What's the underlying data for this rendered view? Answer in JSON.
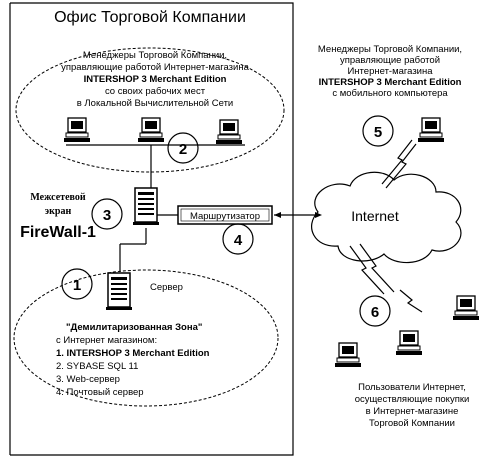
{
  "office_title": "Офис Торговой Компании",
  "lan_managers": [
    "Менеджеры Торговой Компании,",
    "управляющие работой Интернет-магазина",
    "INTERSHOP 3 Merchant Edition",
    "со своих рабочих мест",
    "в Локальной Вычислительной Сети"
  ],
  "firewall": {
    "line1": "Межсетевой",
    "line2": "экран",
    "name": "FireWall-1"
  },
  "router_label": "Маршрутизатор",
  "server_label": "Сервер",
  "dmz": [
    "\"Демилитаризованная Зона\"",
    "с Интернет магазином:",
    "1. INTERSHOP 3 Merchant Edition",
    "2. SYBASE SQL 11",
    "3. Web-сервер",
    "4. Почтовый сервер"
  ],
  "mobile_managers": [
    "Менеджеры Торговой Компании,",
    "управляющие работой",
    "Интернет-магазина",
    "INTERSHOP 3 Merchant Edition",
    "с мобильного компьютера"
  ],
  "internet_label": "Internet",
  "internet_users": [
    "Пользователи Интернет,",
    "осуществляющие покупки",
    "в Интернет-магазине",
    "Торговой Компании"
  ],
  "markers": [
    "1",
    "2",
    "3",
    "4",
    "5",
    "6"
  ]
}
